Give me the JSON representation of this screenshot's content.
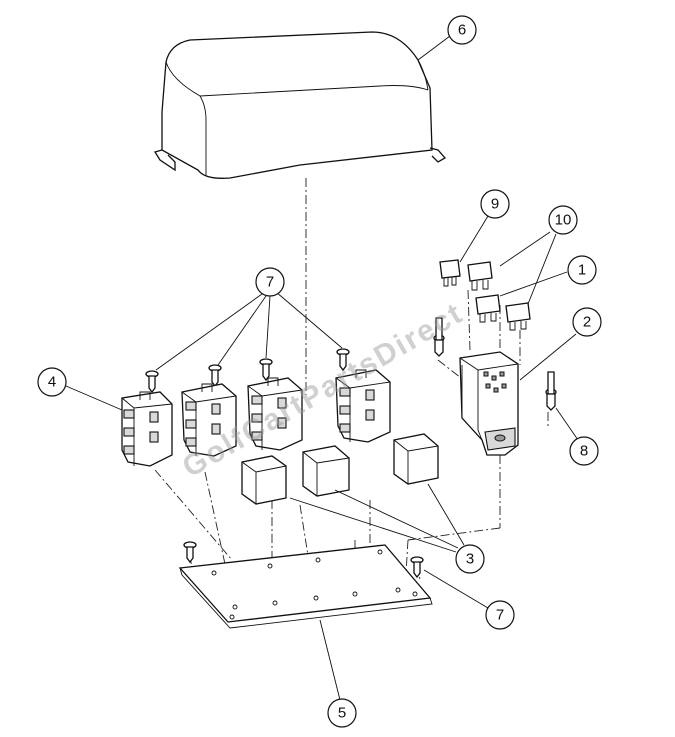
{
  "watermark": "GolfCartPartsDirect",
  "callouts": {
    "c6": "6",
    "c9": "9",
    "c10": "10",
    "c1": "1",
    "c2": "2",
    "c7_top": "7",
    "c4": "4",
    "c8": "8",
    "c3": "3",
    "c7_bottom": "7",
    "c5": "5"
  }
}
